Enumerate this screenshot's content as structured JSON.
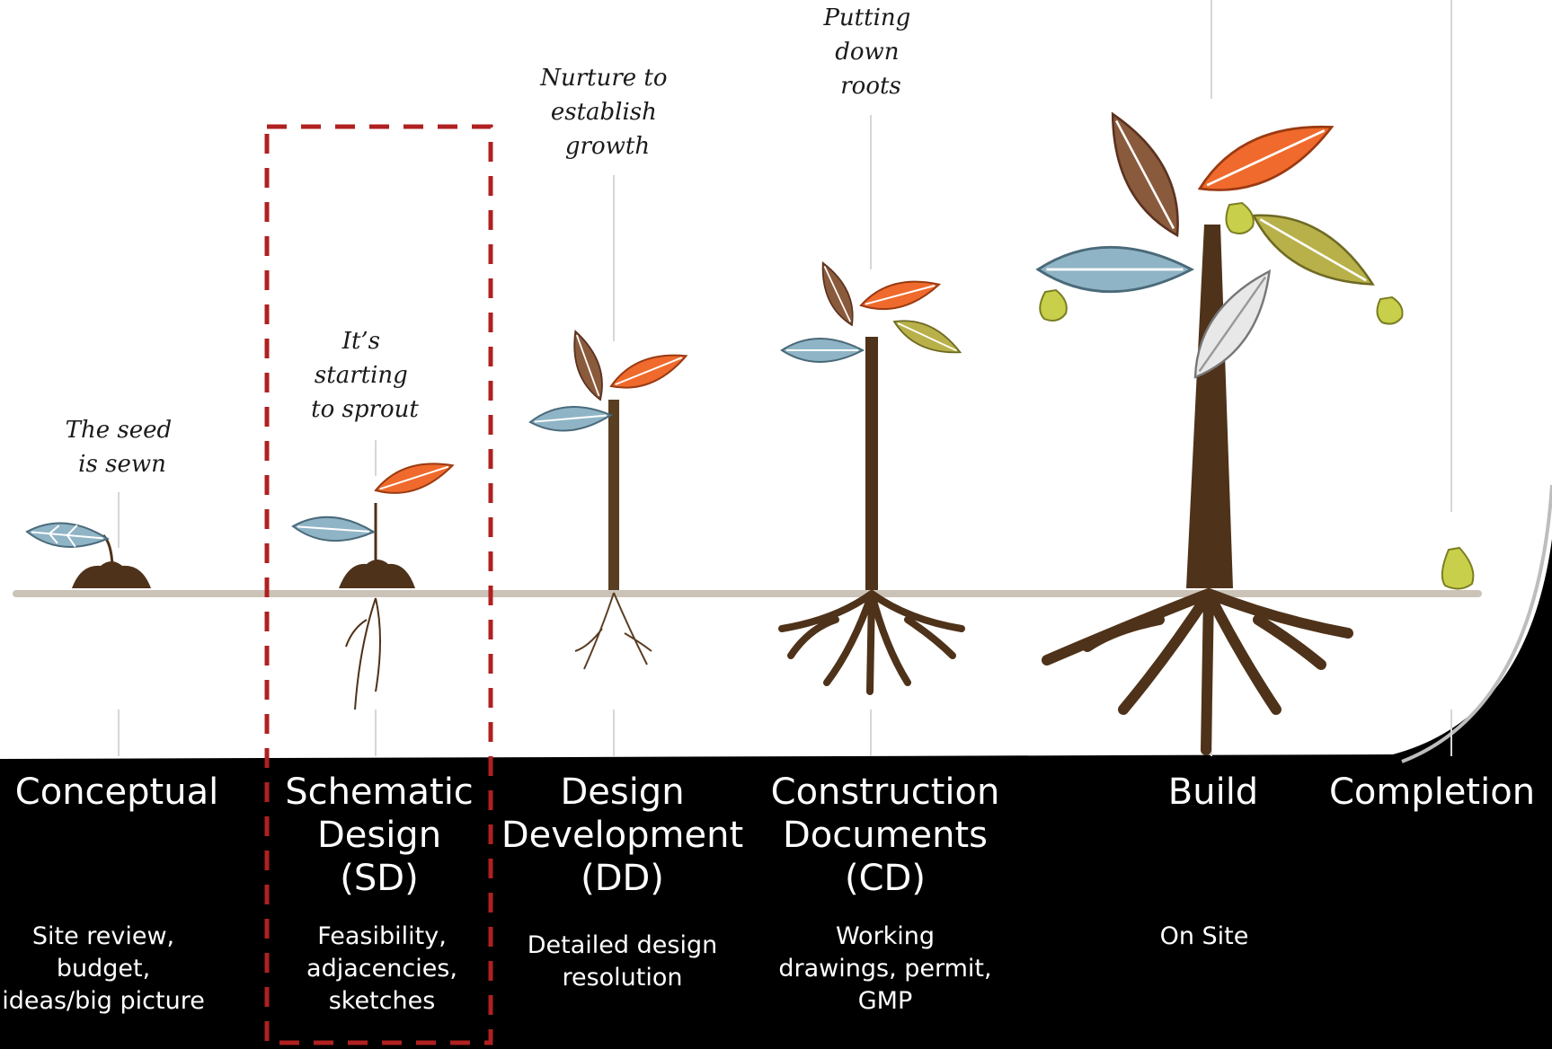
{
  "captions": {
    "seed": [
      "The seed",
      "is sewn"
    ],
    "sprout": [
      "It’s",
      "starting",
      "to sprout"
    ],
    "nurture": [
      "Nurture to",
      "establish",
      "growth"
    ],
    "roots": [
      "Putting",
      "down",
      "roots"
    ]
  },
  "stages": [
    {
      "title": "Conceptual",
      "desc": "Site review,\nbudget,\nideas/big picture"
    },
    {
      "title": "Schematic\nDesign\n(SD)",
      "desc": "Feasibility,\nadjacencies,\nsketches"
    },
    {
      "title": "Design\nDevelopment\n(DD)",
      "desc": "Detailed design\nresolution"
    },
    {
      "title": "Construction\nDocuments\n(CD)",
      "desc": "Working\ndrawings, permit,\nGMP"
    },
    {
      "title": "Build",
      "desc": "On Site"
    },
    {
      "title": "Completion",
      "desc": ""
    }
  ],
  "colors": {
    "background": "#000000",
    "panel": "#ffffff",
    "trunk": "#5a3e22",
    "leaf_blue": "#8fb4c6",
    "leaf_orange": "#ef6a2c",
    "leaf_brown": "#8a5a3c",
    "leaf_olive": "#b8b14a",
    "leaf_white": "#e8e8e8",
    "pear": "#c8cf4a",
    "highlight": "#b02020"
  },
  "highlight": {
    "stage": "Schematic Design (SD)"
  }
}
